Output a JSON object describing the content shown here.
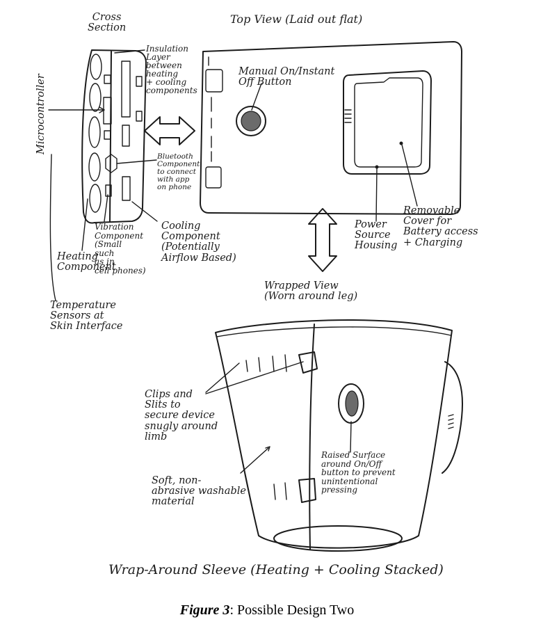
{
  "labels": {
    "cross_section": "Cross\nSection",
    "top_view": "Top View (Laid out flat)",
    "insulation": "Insulation\nLayer\nbetween\nheating\n+ cooling\ncomponents",
    "manual_button": "Manual On/Instant\nOff Button",
    "microcontroller": "Microcontroller",
    "bluetooth": "Bluetooth\nComponent\nto connect\nwith app\non phone",
    "vibration": "Vibration\nComponent\n(Small\nsuch\nas in\ncell phones)",
    "heating": "Heating\nComponent",
    "cooling": "Cooling\nComponent\n(Potentially\nAirflow Based)",
    "temperature": "Temperature\nSensors at\nSkin Interface",
    "power": "Power\nSource\nHousing",
    "removable": "Removable\nCover for\nBattery access\n+ Charging",
    "wrapped_view": "Wrapped View\n(Worn around leg)",
    "clips": "Clips and\nSlits to\nsecure device\nsnugly around\nlimb",
    "soft": "Soft, non-\nabrasive washable\nmaterial",
    "raised": "Raised Surface\naround On/Off\nbutton to prevent\nunintentional\npressing",
    "sleeve_title": "Wrap-Around Sleeve (Heating + Cooling Stacked)"
  },
  "caption": {
    "figure": "Figure 3",
    "text": ": Possible Design Two"
  },
  "colors": {
    "ink": "#1b1b1b",
    "button_fill": "#6b6b6b",
    "paper": "#ffffff"
  }
}
